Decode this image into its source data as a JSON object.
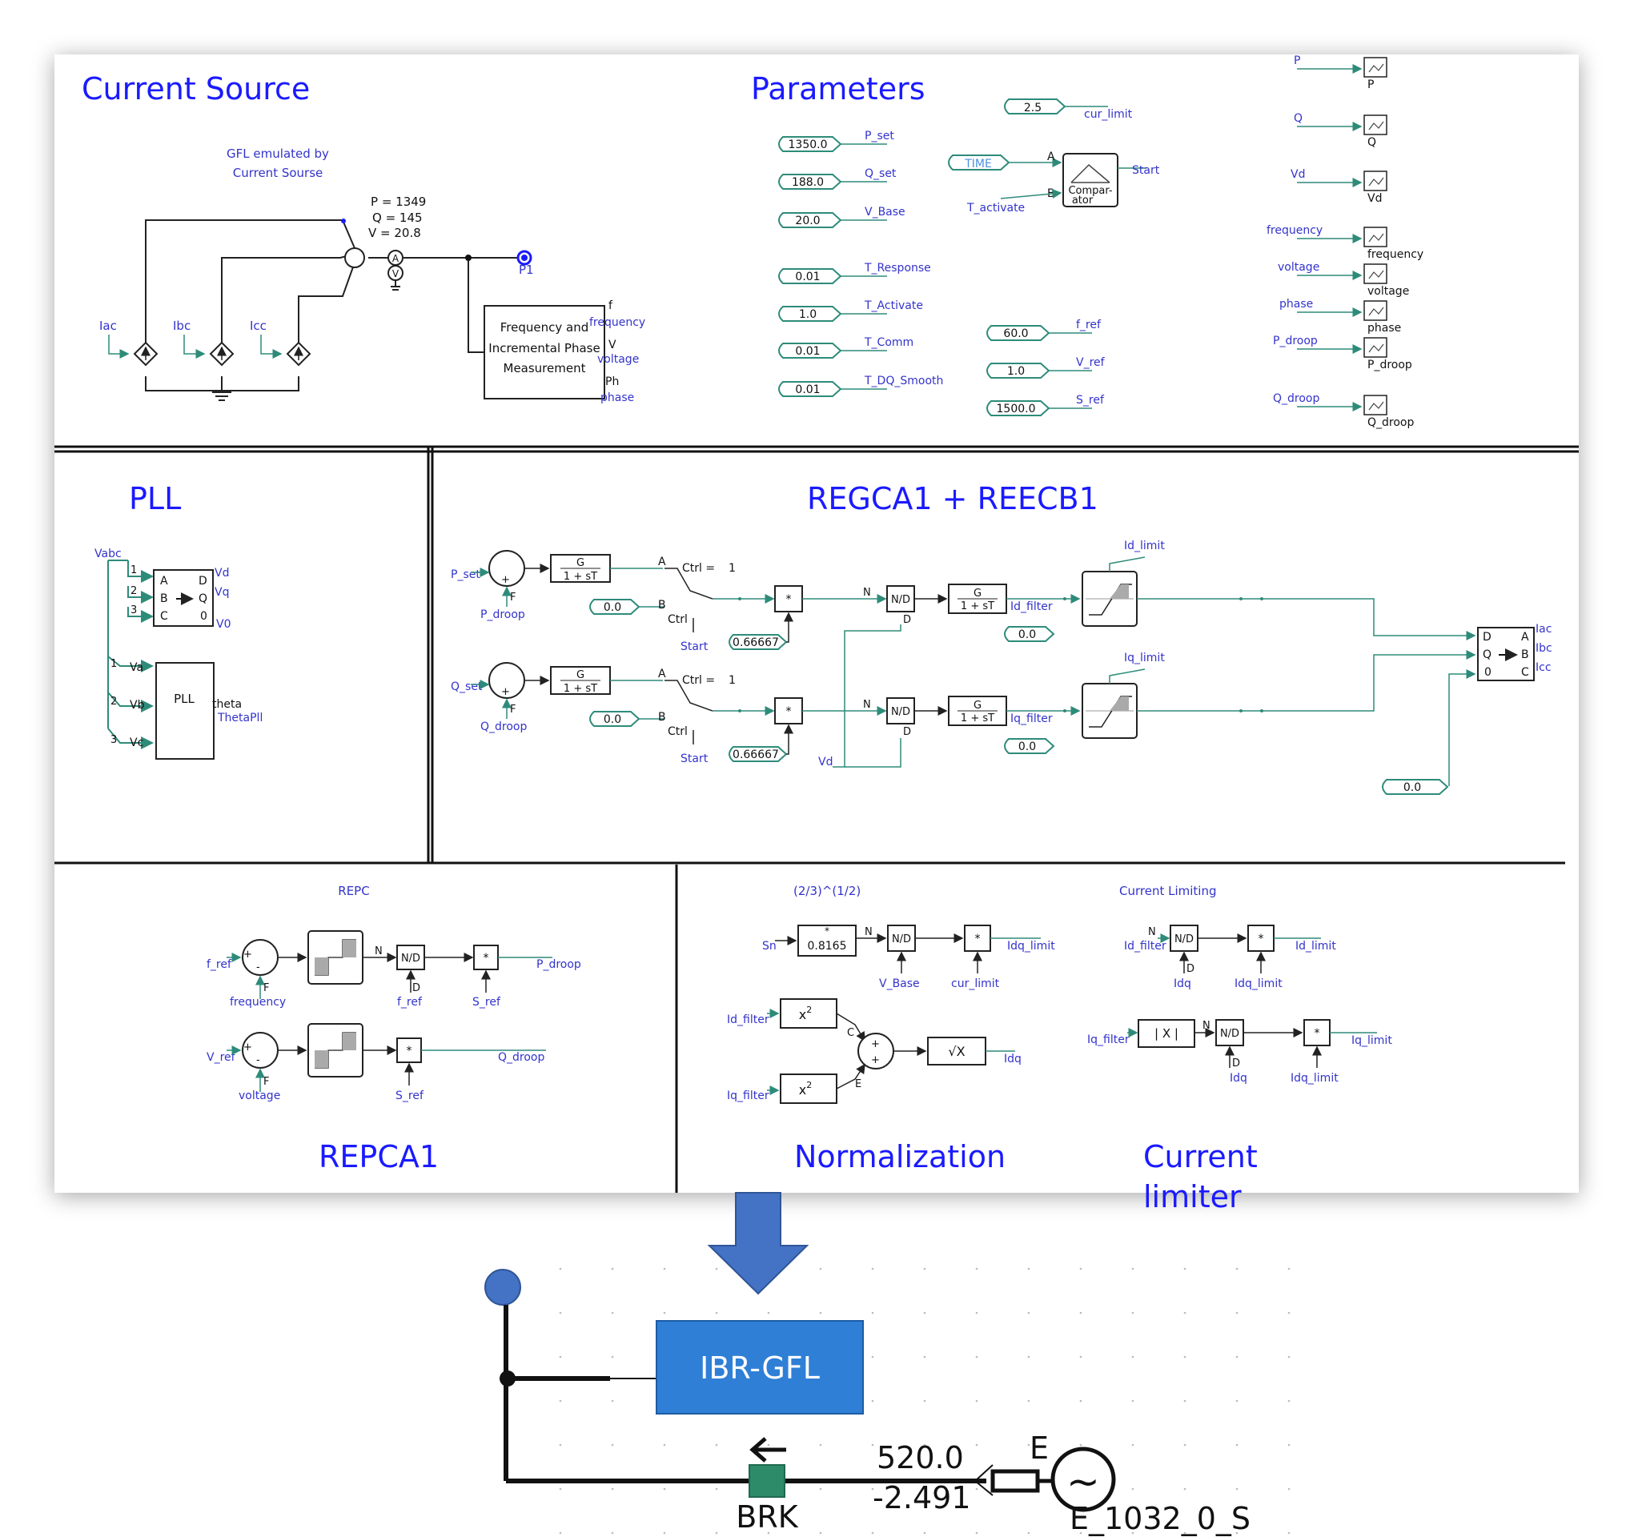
{
  "sections": {
    "current_source": "Current Source",
    "parameters": "Parameters",
    "pll": "PLL",
    "regca": "REGCA1 + REECB1",
    "repca": "REPCA1",
    "normalization": "Normalization",
    "current_limiter_l1": "Current",
    "current_limiter_l2": "limiter"
  },
  "current_source": {
    "gfl_note_l1": "GFL emulated by",
    "gfl_note_l2": "Current Sourse",
    "meter_p": "P = 1349",
    "meter_q": "Q = 145",
    "meter_v": "V = 20.8",
    "src_a": "Iac",
    "src_b": "Ibc",
    "src_c": "Icc",
    "node": "P1",
    "fm_l1": "Frequency and",
    "fm_l2": "Incremental Phase",
    "fm_l3": "Measurement",
    "fm_pin_f": "f",
    "fm_sig_f": "frequency",
    "fm_pin_v": "V",
    "fm_sig_v": "voltage",
    "fm_pin_ph": "Ph",
    "fm_sig_ph": "phase",
    "meter_a": "A",
    "meter_vm": "V"
  },
  "parameters": {
    "consts": [
      {
        "value": "1350.0",
        "label": "P_set"
      },
      {
        "value": "188.0",
        "label": "Q_set"
      },
      {
        "value": "20.0",
        "label": "V_Base"
      },
      {
        "value": "0.01",
        "label": "T_Response"
      },
      {
        "value": "1.0",
        "label": "T_Activate"
      },
      {
        "value": "0.01",
        "label": "T_Comm"
      },
      {
        "value": "0.01",
        "label": "T_DQ_Smooth"
      }
    ],
    "cur_limit_value": "2.5",
    "cur_limit_label": "cur_limit",
    "time": "TIME",
    "t_activate": "T_activate",
    "start": "Start",
    "comp_l1": "Compar-",
    "comp_l2": "ator",
    "comp_a": "A",
    "comp_b": "B",
    "refs": [
      {
        "value": "60.0",
        "label": "f_ref"
      },
      {
        "value": "1.0",
        "label": "V_ref"
      },
      {
        "value": "1500.0",
        "label": "S_ref"
      }
    ],
    "meters": [
      {
        "in": "P",
        "out": "P"
      },
      {
        "in": "Q",
        "out": "Q"
      },
      {
        "in": "Vd",
        "out": "Vd"
      },
      {
        "in": "frequency",
        "out": "frequency"
      },
      {
        "in": "voltage",
        "out": "voltage"
      },
      {
        "in": "phase",
        "out": "phase"
      },
      {
        "in": "P_droop",
        "out": "P_droop"
      },
      {
        "in": "Q_droop",
        "out": "Q_droop"
      }
    ]
  },
  "pll": {
    "vabc": "Vabc",
    "abc_a": "A",
    "abc_b": "B",
    "abc_c": "C",
    "abc_d": "D",
    "abc_q": "Q",
    "abc_0": "0",
    "p1": "1",
    "p2": "2",
    "p3": "3",
    "vd": "Vd",
    "vq": "Vq",
    "v0": "V0",
    "va": "Va",
    "vb": "Vb",
    "vc": "Vc",
    "block": "PLL",
    "theta": "theta",
    "thetapll": "ThetaPll"
  },
  "regca": {
    "p_set": "P_set",
    "p_droop": "P_droop",
    "q_set": "Q_set",
    "q_droop": "Q_droop",
    "tf_num": "G",
    "tf_den": "1 + sT",
    "sw_a": "A",
    "sw_b": "B",
    "sw_ctrl_eq": "Ctrl =",
    "sw_ctrl_val": "1",
    "sw_ctrl": "Ctrl",
    "start": "Start",
    "zero": "0.0",
    "gain": "0.66667",
    "mult": "*",
    "nd": "N/D",
    "n": "N",
    "d": "D",
    "vd": "Vd",
    "id_filter": "Id_filter",
    "iq_filter": "Iq_filter",
    "id_limit": "Id_limit",
    "iq_limit": "Iq_limit",
    "dq_d": "D",
    "dq_q": "Q",
    "dq_0": "0",
    "dq_a": "A",
    "dq_b": "B",
    "dq_c": "C",
    "iac": "Iac",
    "ibc": "Ibc",
    "icc": "Icc",
    "plus": "+",
    "f": "F"
  },
  "repca": {
    "title": "REPC",
    "f_ref": "f_ref",
    "frequency": "frequency",
    "v_ref": "V_ref",
    "voltage": "voltage",
    "s_ref": "S_ref",
    "p_droop": "P_droop",
    "q_droop": "Q_droop",
    "n": "N",
    "d": "D",
    "nd": "N/D",
    "mult": "*",
    "f": "F",
    "plus": "+",
    "minus": "-"
  },
  "normalization": {
    "title": "(2/3)^(1/2)",
    "sn": "Sn",
    "gain": "0.8165",
    "v_base": "V_Base",
    "cur_limit": "cur_limit",
    "idq_limit": "Idq_limit",
    "id_filter": "Id_filter",
    "iq_filter": "Iq_filter",
    "sq": "x",
    "sq_exp": "2",
    "sqrt": "√X",
    "idq": "Idq",
    "c": "C",
    "e": "E",
    "n": "N",
    "d": "D",
    "nd": "N/D",
    "mult": "*",
    "plus": "+"
  },
  "current_limiting": {
    "title": "Current Limiting",
    "id_filter": "Id_filter",
    "iq_filter": "Iq_filter",
    "idq": "Idq",
    "idq_limit": "Idq_limit",
    "id_limit": "Id_limit",
    "iq_limit": "Iq_limit",
    "abs": "| X |",
    "n": "N",
    "d": "D",
    "nd": "N/D",
    "mult": "*"
  },
  "bottom": {
    "ibr": "IBR-GFL",
    "brk": "BRK",
    "p_val": "520.0",
    "q_val": "-2.491",
    "e": "E",
    "source": "E_1032_0_S",
    "tilde": "~"
  },
  "colors": {
    "title": "#1a1aff",
    "label": "#3333cc",
    "wire": "#2e8b7a",
    "block": "#222222",
    "accent": "#2f7fd6"
  }
}
